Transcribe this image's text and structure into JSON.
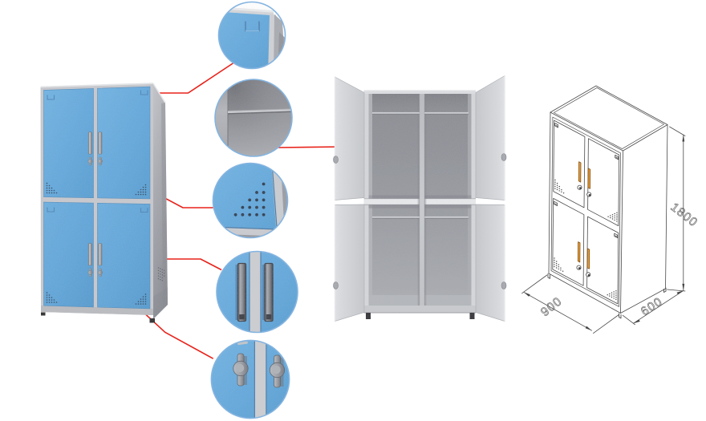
{
  "page": {
    "background": "#ffffff",
    "kind": "product-detail-illustration",
    "subject": "four-door metal locker cabinet"
  },
  "views": {
    "closed_cabinet": {
      "name": "closed cabinet with blue doors",
      "door_color": "#5fa8da",
      "frame_color": "#c7c9cd",
      "doors": 4,
      "features": [
        "vertical handles",
        "cam locks",
        "corner vents",
        "recessed latches"
      ]
    },
    "open_cabinet": {
      "name": "open cabinet showing interior",
      "body_color": "#d6d8db",
      "compartments": 2,
      "features": [
        "hanging rods",
        "middle shelf",
        "center divider"
      ]
    },
    "technical_drawing": {
      "name": "isometric line drawing with dimensions",
      "line_color": "#434345",
      "handle_color": "#f0a13c",
      "dimensions": {
        "height": "1800",
        "width": "900",
        "depth": "600"
      }
    }
  },
  "callouts": {
    "leader_color": "#e8221a",
    "ring_color": "#7fb3e2",
    "items": [
      {
        "name": "top-corner-latch-detail"
      },
      {
        "name": "interior-hanging-rod-detail"
      },
      {
        "name": "ventilation-holes-detail"
      },
      {
        "name": "door-handles-detail"
      },
      {
        "name": "cam-locks-detail"
      }
    ]
  }
}
